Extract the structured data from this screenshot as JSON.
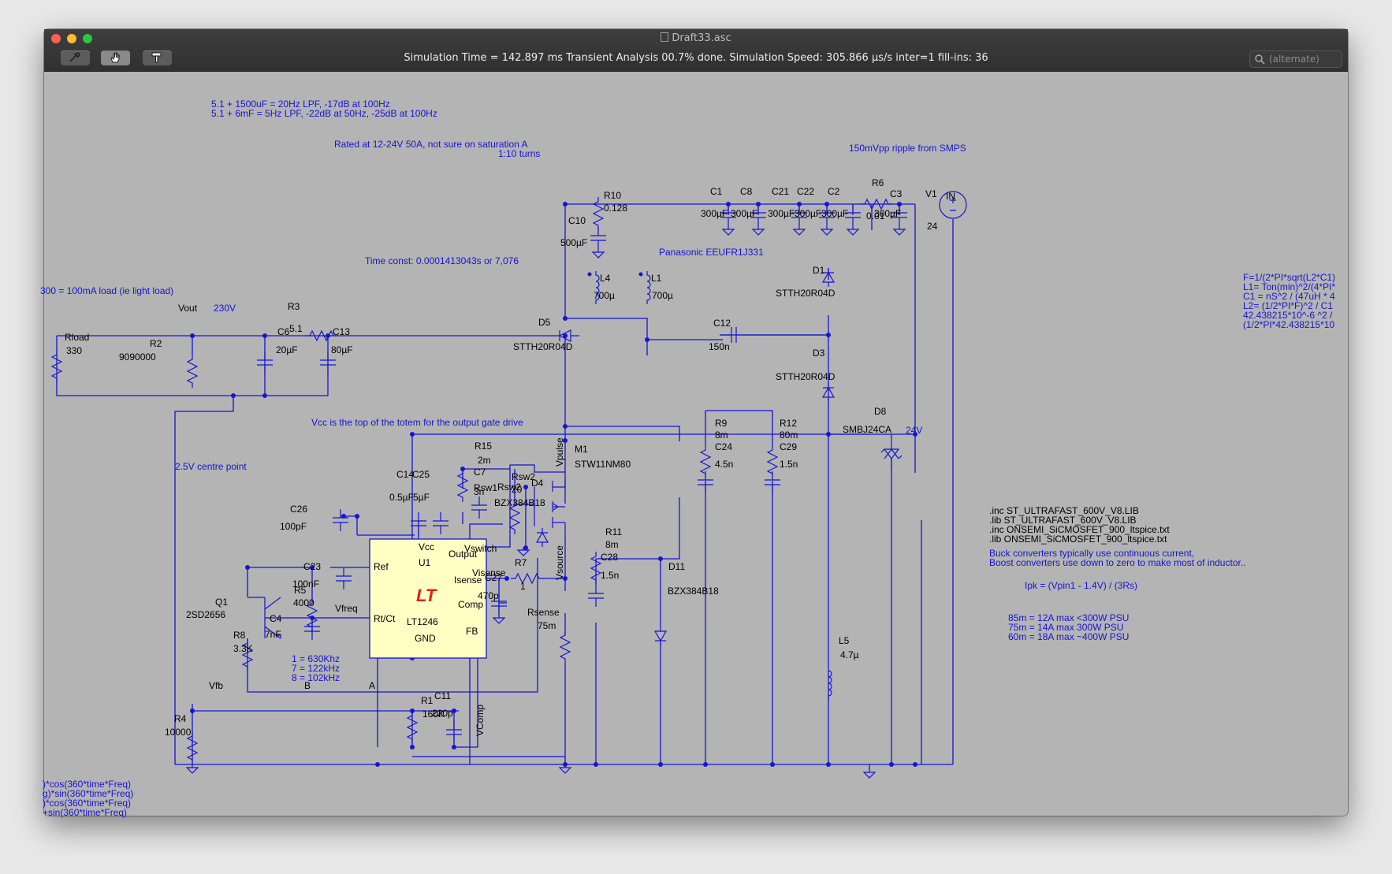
{
  "window": {
    "title": "Draft33.asc",
    "file_icon": "document-icon"
  },
  "toolbar": {
    "buttons": [
      {
        "icon": "probe-icon"
      },
      {
        "icon": "hand-icon"
      },
      {
        "icon": "hammer-icon"
      }
    ]
  },
  "status": {
    "text": "Simulation Time = 142.897 ms  Transient Analysis 00.7% done. Simulation Speed: 305.866 µs/s inter=1 fill-ins: 36"
  },
  "search": {
    "placeholder": "(alternate)"
  },
  "colors": {
    "canvas": "#b4b4b4",
    "wire": "#1515d2",
    "ic_fill": "#ffffc4",
    "ic_logo": "#e0201a"
  },
  "notes": {
    "lpf1": "5.1 + 1500uF = 20Hz LPF, -17dB at 100Hz",
    "lpf2": "5.1 + 6mF = 5Hz LPF, -22dB at 50Hz, -25dB at 100Hz",
    "rated": "Rated at 12-24V 50A, not sure on saturation A",
    "turns": "1:10 turns",
    "ripple": "150mVpp ripple from SMPS",
    "timeconst": "Time const: 0.0001413043s or 7,076",
    "panasonic": "Panasonic EEUFR1J331",
    "load": "300 = 100mA load (ie light load)",
    "vcc_note": "Vcc is the top of the totem for the output gate drive",
    "centre": "2.5V centre point",
    "freq1": "1 = 630Khz",
    "freq2": "7 = 122kHz",
    "freq3": "8 = 102kHz",
    "inc1": ".inc ST_ULTRAFAST_600V_V8.LIB",
    "inc2": ".lib ST_ULTRAFAST_600V_V8.LIB",
    "inc3": ".inc ONSEMI_SiCMOSFET_900_ltspice.txt",
    "inc4": ".lib ONSEMI_SiCMOSFET_900_ltspice.txt",
    "buck": "Buck converters typically use continuous current,",
    "boost": "Boost converters use down to zero to make most of inductor..",
    "ipk": "Ipk = (Vpin1 - 1.4V) / (3Rs)",
    "psu1": "85m = 12A max <300W PSU",
    "psu2": "75m = 14A max 300W PSU",
    "psu3": "60m = 18A max ~400W PSU",
    "eq1": "F=1/(2*PI*sqrt(L2*C1)",
    "eq2": "L1= Ton(min)^2/(4*PI*",
    "eq3": "C1 = nS^2 / (47uH * 4",
    "eq4": "L2= (1/2*PI*F)^2 / C1",
    "eq5": "42.438215*10^-6 ^2 /",
    "eq6": "(1/2*PI*42.438215*10",
    "bot1": ")*cos(360*time*Freq)",
    "bot2": "g)*sin(360*time*Freq)",
    "bot3": ")*cos(360*time*Freq)",
    "bot4": "+sin(360*time*Freq)"
  },
  "nets": {
    "vout": "Vout",
    "v230": "230V",
    "in": "IN",
    "v24": "24V",
    "vpulse": "Vpulse",
    "vsource": "Vsource",
    "vswitch": "Vswitch",
    "visense": "Visense",
    "vfreq": "Vfreq",
    "vfb": "Vfb",
    "vcomp": "VComp",
    "a": "A",
    "b": "B",
    "rsw1": "Rsw1",
    "rsw2": "Rsw2"
  },
  "components": {
    "r10": {
      "name": "R10",
      "value": "0.128"
    },
    "c10": {
      "name": "C10",
      "value": "500µF"
    },
    "c1": {
      "name": "C1",
      "value": "300µF"
    },
    "c8": {
      "name": "C8",
      "value": "300µF"
    },
    "c21": {
      "name": "C21",
      "value": "300µF"
    },
    "c22": {
      "name": "C22",
      "value": "300µF"
    },
    "c2": {
      "name": "C2",
      "value": "300µF"
    },
    "r6": {
      "name": "R6",
      "value": "0.01"
    },
    "c3": {
      "name": "C3",
      "value": "300µF"
    },
    "v1": {
      "name": "V1",
      "value": "24"
    },
    "l4": {
      "name": "L4",
      "value": "700µ"
    },
    "l1": {
      "name": "L1",
      "value": "700µ"
    },
    "d1": {
      "name": "D1",
      "value": "STTH20R04D"
    },
    "d5": {
      "name": "D5",
      "value": "STTH20R04D"
    },
    "d3": {
      "name": "D3",
      "value": "STTH20R04D"
    },
    "c12": {
      "name": "C12",
      "value": "150n"
    },
    "r3": {
      "name": "R3",
      "value": "5.1"
    },
    "c6": {
      "name": "C6",
      "value": "20µF"
    },
    "c13": {
      "name": "C13",
      "value": "80µF"
    },
    "rload": {
      "name": "Rload",
      "value": "330"
    },
    "r2": {
      "name": "R2",
      "value": "9090000"
    },
    "d8": {
      "name": "D8",
      "value": "SMBJ24CA"
    },
    "r9": {
      "name": "R9",
      "value": "8m"
    },
    "r12": {
      "name": "R12",
      "value": "80m"
    },
    "c24": {
      "name": "C24",
      "value": "4.5n"
    },
    "c29": {
      "name": "C29",
      "value": "1.5n"
    },
    "m1": {
      "name": "M1",
      "value": "STW11NM80"
    },
    "r15": {
      "name": "R15",
      "value": "2m"
    },
    "c7": {
      "name": "C7",
      "value": "3n"
    },
    "rsw2": {
      "name": "Rsw2",
      "value": "20"
    },
    "d4": {
      "name": "D4",
      "value": "BZX384B18"
    },
    "c14": {
      "name": "C14",
      "value": "0.5µF"
    },
    "c25": {
      "name": "C25",
      "value": "5µF"
    },
    "c26": {
      "name": "C26",
      "value": "100pF"
    },
    "c23": {
      "name": "C23",
      "value": "100nF"
    },
    "r5": {
      "name": "R5",
      "value": "4000"
    },
    "c4": {
      "name": "C4",
      "value": "7nF"
    },
    "q1": {
      "name": "Q1",
      "value": "2SD2656"
    },
    "r8": {
      "name": "R8",
      "value": "3.3K"
    },
    "r11": {
      "name": "R11",
      "value": "8m"
    },
    "c28": {
      "name": "C28",
      "value": "1.5n"
    },
    "d11": {
      "name": "D11",
      "value": "BZX384B18"
    },
    "c27": {
      "name": "C27",
      "value": "470p"
    },
    "r7": {
      "name": "R7",
      "value": "1"
    },
    "rsense": {
      "name": "Rsense",
      "value": "75m"
    },
    "r1": {
      "name": "R1",
      "value": "160K"
    },
    "c11": {
      "name": "C11",
      "value": "220p"
    },
    "r4": {
      "name": "R4",
      "value": "10000"
    },
    "l5": {
      "name": "L5",
      "value": "4.7µ"
    },
    "u1": {
      "name": "U1",
      "value": "LT1246",
      "logo": "LT",
      "pins": {
        "vcc": "Vcc",
        "output": "Output",
        "ref": "Ref",
        "isense": "Isense",
        "comp": "Comp",
        "rtct": "Rt/Ct",
        "fb": "FB",
        "gnd": "GND"
      }
    }
  }
}
